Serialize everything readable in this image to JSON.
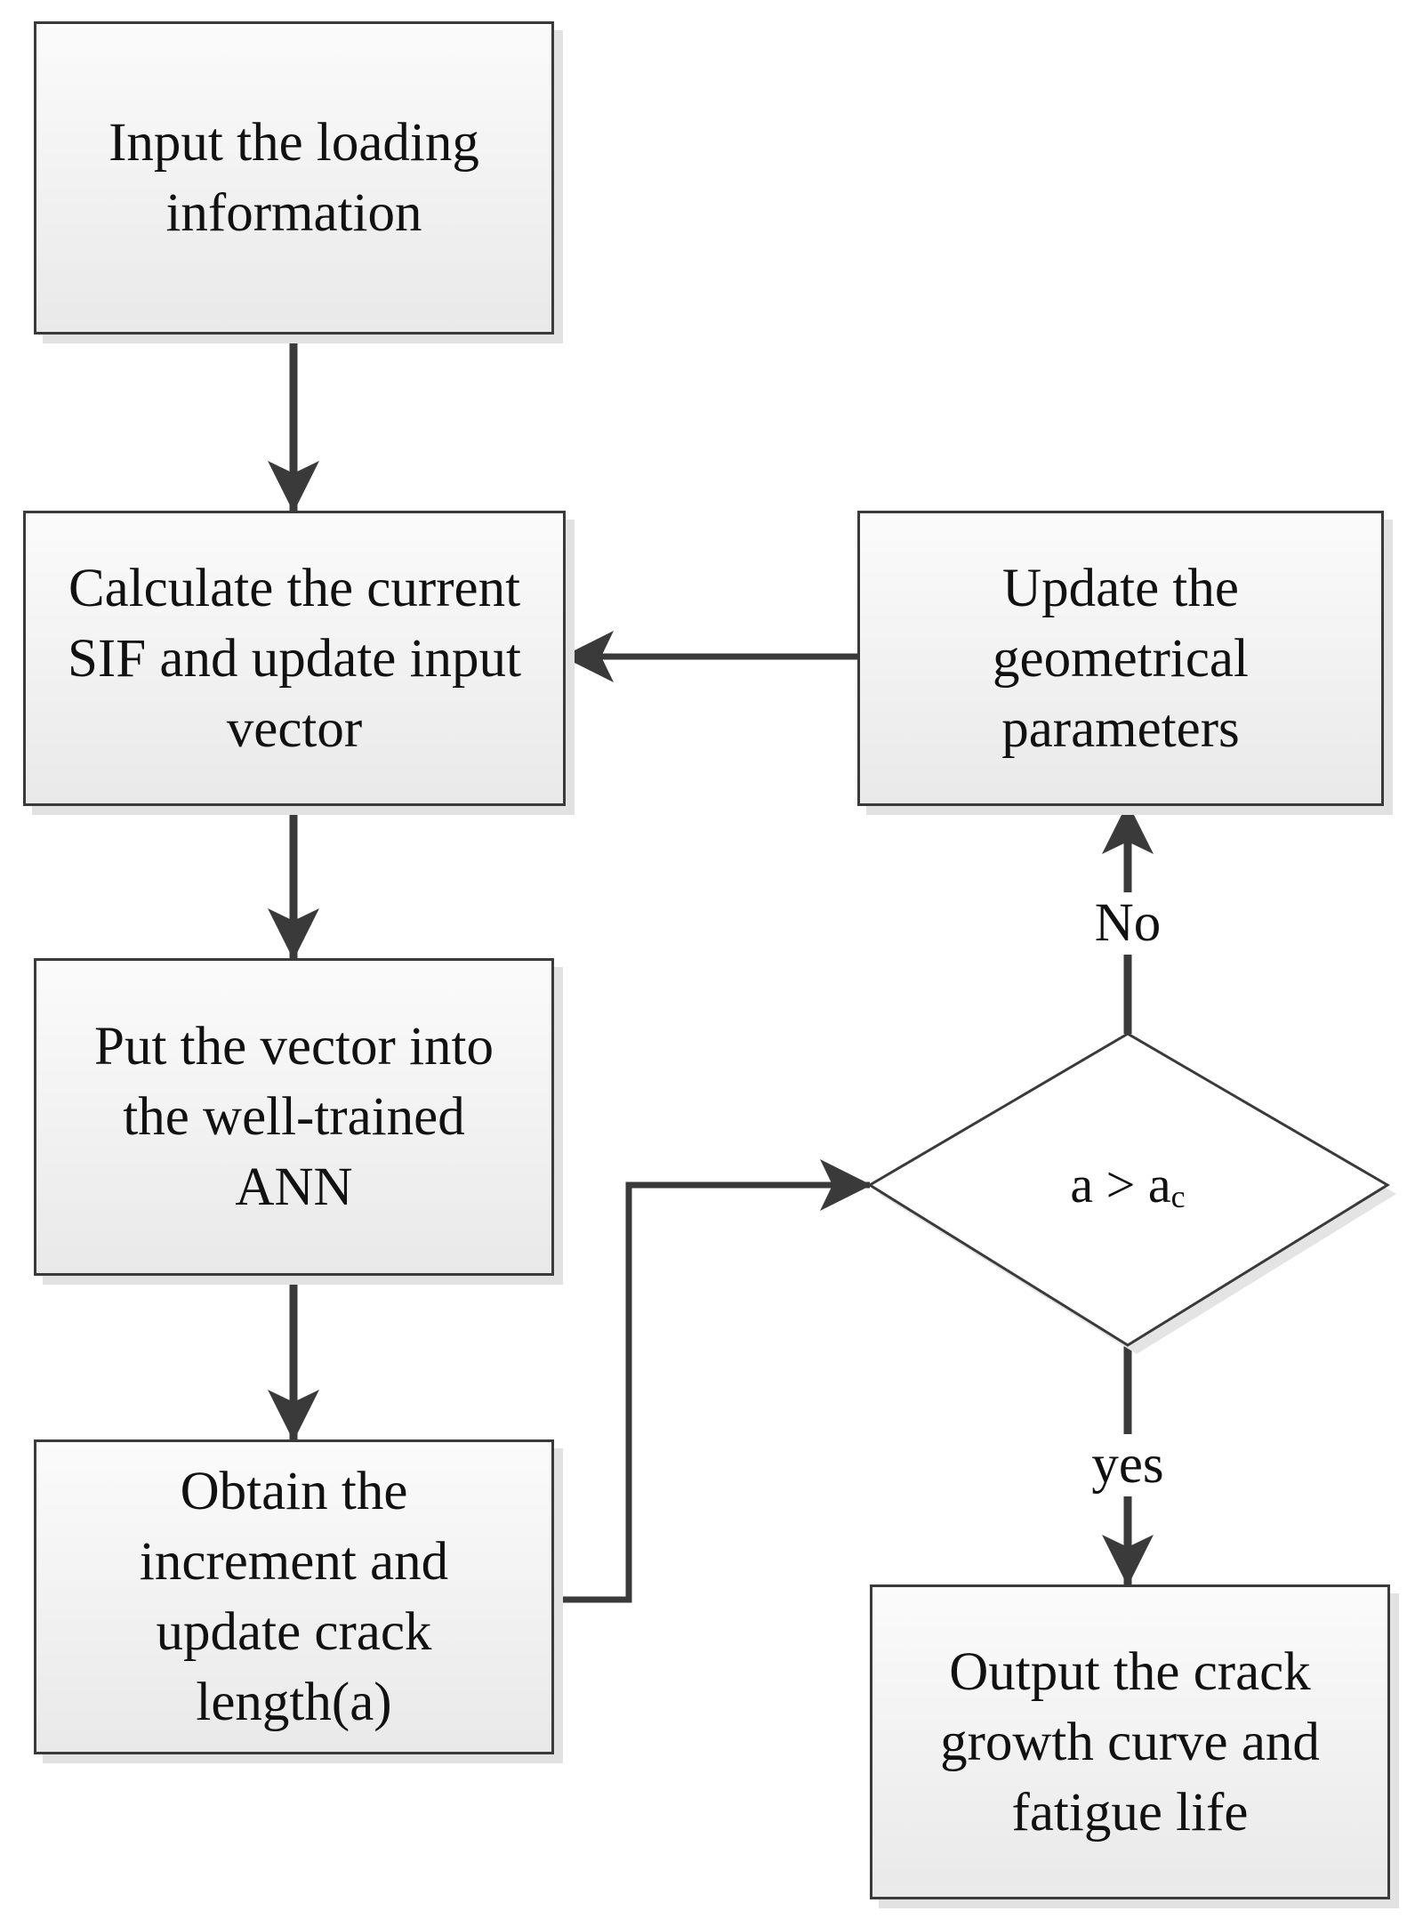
{
  "diagram": {
    "nodes": {
      "input": {
        "text": "Input the loading\ninformation"
      },
      "calculate": {
        "text": "Calculate the current\nSIF and update input\nvector"
      },
      "update_geometry": {
        "text": "Update the\ngeometrical\nparameters"
      },
      "put_vector": {
        "text": "Put the vector into\nthe well-trained\nANN"
      },
      "obtain": {
        "text": "Obtain the\nincrement and\nupdate crack\nlength(a)"
      },
      "decision": {
        "text": "a > a",
        "subscript": "c"
      },
      "output": {
        "text": "Output the crack\ngrowth curve and\nfatigue life"
      }
    },
    "edge_labels": {
      "no": "No",
      "yes": "yes"
    },
    "colors": {
      "line": "#3a3a3a",
      "box_fill_top": "#fbfbfb",
      "box_fill_bottom": "#e9e9e9"
    }
  }
}
